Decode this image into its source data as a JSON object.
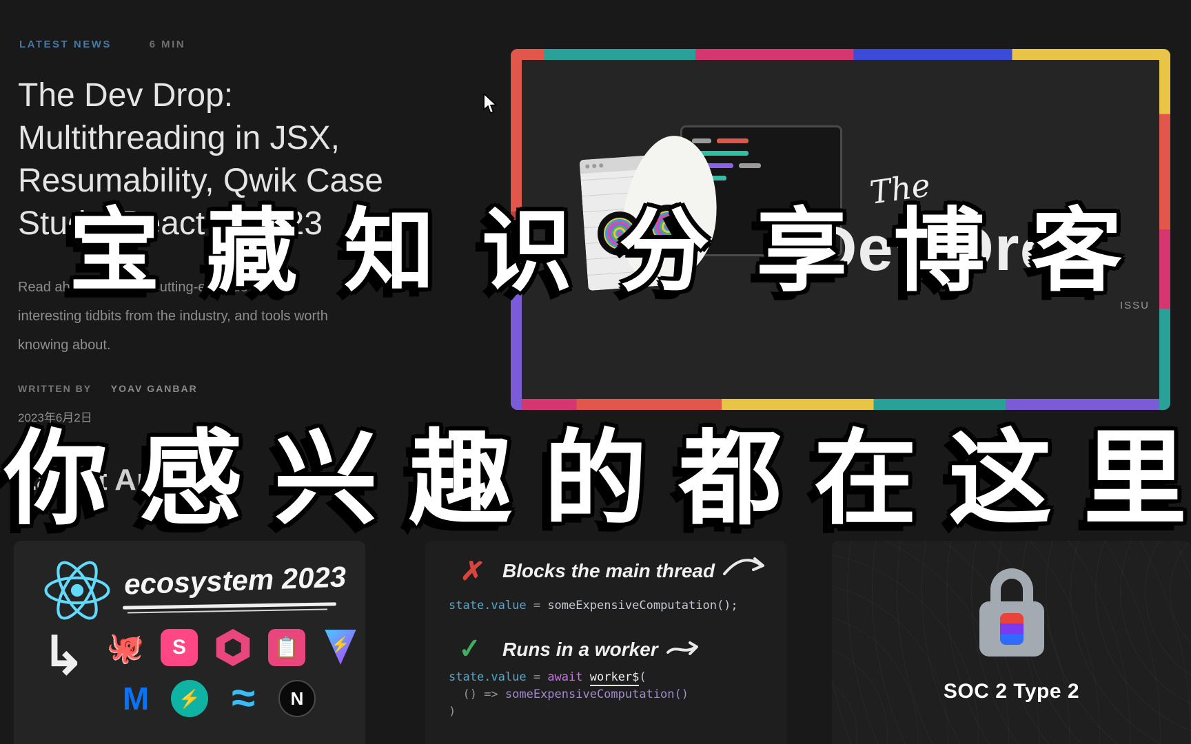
{
  "article": {
    "eyebrow": "LATEST NEWS",
    "read_time": "6 MIN",
    "title_lines": [
      "The Dev Drop:",
      "Multithreading in JSX,",
      "Resumability, Qwik Case",
      "Study, React in 2023"
    ],
    "excerpt_lines": [
      "Read about the latest cutting-edge developer",
      "interesting tidbits from the industry, and tools worth",
      "knowing about."
    ],
    "written_by_label": "WRITTEN BY",
    "author": "YOAV GANBAR",
    "date": "2023年6月2日",
    "section_heading": "Latest Articles"
  },
  "overlay": {
    "line1_chars": [
      "宝",
      "藏",
      "知",
      "识",
      "分",
      "享",
      "博",
      "客"
    ],
    "line2_chars": [
      "你",
      "感",
      "兴",
      "趣",
      "的",
      "都",
      "在",
      "这",
      "里"
    ]
  },
  "hero": {
    "brand_top": "The",
    "brand_main": "Dev Drop",
    "issue_label": "ISSU"
  },
  "ecosystem_card": {
    "title": "ecosystem 2023",
    "icons": {
      "curved_arrow": "↳",
      "octopus": "🐙",
      "storybook": "S",
      "clipboard": "📋",
      "vite_bolt": "⚡",
      "mui": "M",
      "bolt": "⚡",
      "tailwind": "≈",
      "next": "N"
    }
  },
  "code_card": {
    "bad_mark": "✗",
    "bad_label": "Blocks the main thread",
    "good_mark": "✓",
    "good_label": "Runs in a worker",
    "line1": {
      "ident": "state.value",
      "op": " = ",
      "call": "someExpensiveComputation();"
    },
    "line2": {
      "ident": "state.value",
      "op": " = ",
      "kw": "await ",
      "fn": "worker$",
      "paren": "("
    },
    "line3": {
      "arrow": "  () => ",
      "call": "someExpensiveComputation()"
    },
    "line4": {
      "close": ")"
    }
  },
  "soc_card": {
    "label": "SOC 2 Type 2"
  },
  "colors": {
    "eyebrow_accent": "#4378a8",
    "react_cyan": "#61dafb",
    "storybook_pink": "#ff4785",
    "mui_blue": "#0b72f5",
    "tailwind_cyan": "#38bdf8",
    "error_red": "#d8453f",
    "success_green": "#3fae62"
  }
}
